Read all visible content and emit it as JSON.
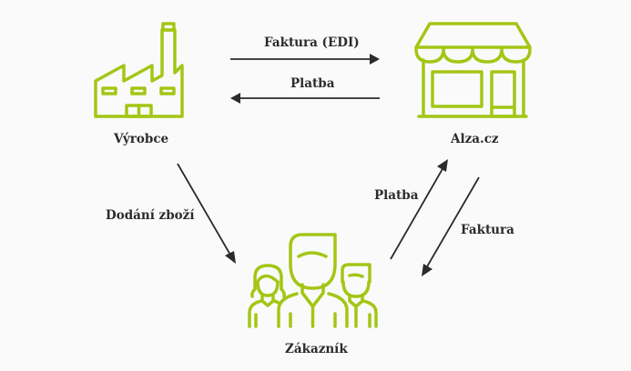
{
  "nodes": {
    "manufacturer": {
      "label": "Výrobce",
      "icon": "factory-icon"
    },
    "retailer": {
      "label": "Alza.cz",
      "icon": "shop-icon"
    },
    "customer": {
      "label": "Zákazník",
      "icon": "people-group-icon"
    }
  },
  "edges": {
    "manufacturer_to_retailer": {
      "label": "Faktura (EDI)"
    },
    "retailer_to_manufacturer": {
      "label": "Platba"
    },
    "manufacturer_to_customer": {
      "label": "Dodání zboží"
    },
    "customer_to_retailer": {
      "label": "Platba"
    },
    "retailer_to_customer": {
      "label": "Faktura"
    }
  },
  "colors": {
    "icon": "#a3c615",
    "arrow": "#2b2b2b",
    "text": "#2b2b2b",
    "background": "#fafafa"
  }
}
